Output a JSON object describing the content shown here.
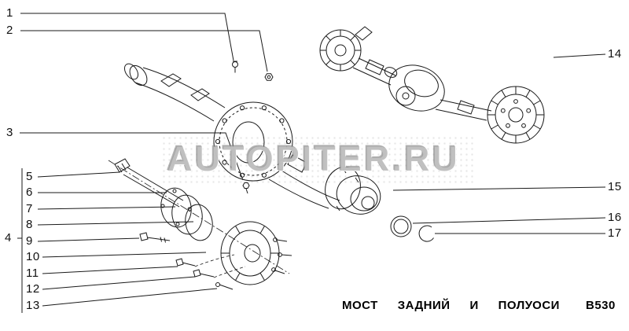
{
  "watermark": "AUTOPITER.RU",
  "caption": {
    "words": [
      "МОСТ",
      "ЗАДНИЙ",
      "И",
      "ПОЛУОСИ"
    ],
    "code": "B530"
  },
  "callouts": [
    "1",
    "2",
    "3",
    "4",
    "5",
    "6",
    "7",
    "8",
    "9",
    "10",
    "11",
    "12",
    "13",
    "14",
    "15",
    "16",
    "17"
  ],
  "colors": {
    "line": "#1a1a1a",
    "background": "#ffffff",
    "watermark": "#9e9e9e"
  }
}
